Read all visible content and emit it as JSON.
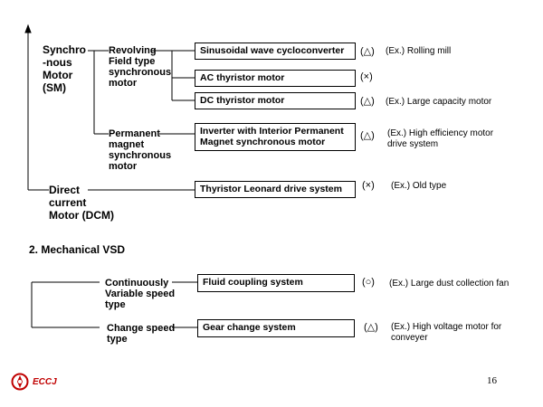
{
  "electrical": {
    "sm_label": "Synchro\n-nous\nMotor\n(SM)",
    "dcm_label": "Direct\ncurrent\nMotor (DCM)",
    "revolving_label": "Revolving\nField type\nsynchronous\nmotor",
    "pm_label": "Permanent\nmagnet\nsynchronous\nmotor",
    "rows": [
      {
        "system": "Sinusoidal wave cycloconverter",
        "mark": "(△)",
        "example": "(Ex.) Rolling mill"
      },
      {
        "system": "AC thyristor motor",
        "mark": "(×)",
        "example": ""
      },
      {
        "system": "DC thyristor motor",
        "mark": "(△)",
        "example": "(Ex.) Large capacity motor"
      },
      {
        "system": "Inverter with Interior Permanent\nMagnet synchronous motor",
        "mark": "(△)",
        "example": "(Ex.) High efficiency motor\n         drive system"
      },
      {
        "system": "Thyristor Leonard drive system",
        "mark": "(×)",
        "example": "(Ex.) Old  type"
      }
    ]
  },
  "mechanical": {
    "section_title": "2. Mechanical VSD",
    "cv_label": "Continuously\nVariable speed\ntype",
    "cs_label": "Change speed\ntype",
    "rows": [
      {
        "system": "Fluid coupling system",
        "mark": "(○)",
        "example": "(Ex.) Large dust collection fan"
      },
      {
        "system": "Gear change system",
        "mark": "(△)",
        "example": "(Ex.) High voltage motor for\n         conveyer"
      }
    ]
  },
  "footer": {
    "logo_text": "ECCJ",
    "page_number": "16"
  },
  "colors": {
    "logo": "#c00000"
  }
}
